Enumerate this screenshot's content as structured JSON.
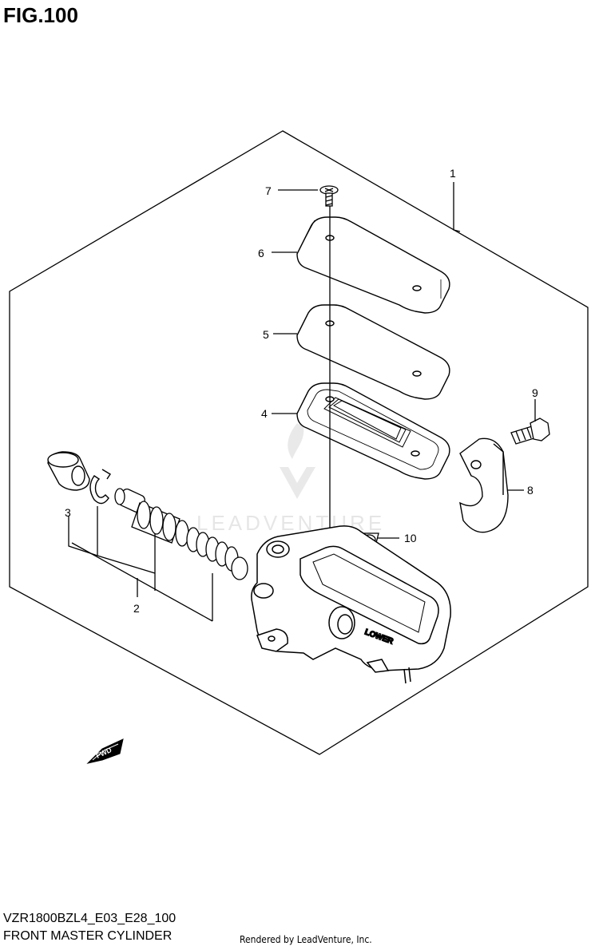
{
  "figure": {
    "title": "FIG.100",
    "model_code": "VZR1800BZL4_E03_E28_100",
    "subtitle": "FRONT MASTER CYLINDER",
    "credit": "Rendered by LeadVenture, Inc.",
    "watermark": "LEADVENTURE"
  },
  "callouts": [
    {
      "id": "1",
      "label": "1"
    },
    {
      "id": "2",
      "label": "2"
    },
    {
      "id": "3",
      "label": "3"
    },
    {
      "id": "4",
      "label": "4"
    },
    {
      "id": "5",
      "label": "5"
    },
    {
      "id": "6",
      "label": "6"
    },
    {
      "id": "7",
      "label": "7"
    },
    {
      "id": "8",
      "label": "8"
    },
    {
      "id": "9",
      "label": "9"
    },
    {
      "id": "10",
      "label": "10"
    }
  ],
  "body_markings": {
    "lower": "LOWER",
    "fwd": "FWD"
  }
}
